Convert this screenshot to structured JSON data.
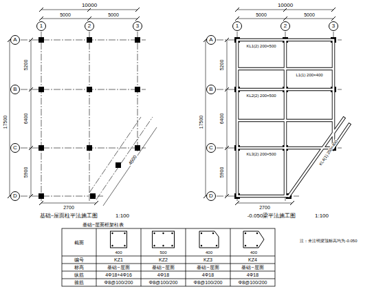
{
  "diagram": {
    "nodes": [
      {
        "text": [
          "1"
        ]
      },
      {
        "text": [
          "2"
        ]
      },
      {
        "text": [
          "3"
        ]
      },
      {
        "text": [
          "A"
        ]
      },
      {
        "text": [
          "B"
        ]
      },
      {
        "text": [
          "C"
        ]
      },
      {
        "text": [
          "D"
        ]
      },
      {
        "text": [
          "1"
        ]
      },
      {
        "text": [
          "2"
        ]
      },
      {
        "text": [
          "3"
        ]
      },
      {
        "text": [
          "A"
        ]
      },
      {
        "text": [
          "B"
        ]
      },
      {
        "text": [
          "C"
        ]
      },
      {
        "text": [
          "D"
        ]
      }
    ],
    "labels": [
      "10000",
      "5000",
      "5000",
      "5200",
      "6400",
      "5900",
      "17500",
      "4500",
      "2700",
      "基础~屋面柱平法施工图",
      "1:100",
      "10000",
      "5000",
      "5000",
      "5200",
      "6400",
      "5900",
      "17500",
      "KL1(2) 200×500",
      "KL2(2) 200×500",
      "KL3(2) 200×500",
      "L1(1) 200×400",
      "KL4(1) 200×400",
      "2700",
      "-0.050梁平法施工图",
      "1:100",
      "注：未注明梁顶标高均为-0.050",
      "基础~屋面框架柱表",
      "截面",
      "编号",
      "标高",
      "纵筋",
      "箍筋",
      "400",
      "500",
      "400",
      "400",
      "KZ1",
      "KZ2",
      "KZ3",
      "KZ4",
      "基础~屋面",
      "基础~屋面",
      "基础~屋面",
      "基础~屋面",
      "4Φ18+4Φ16",
      "4Φ18",
      "4Φ18",
      "4Φ18",
      "Φ8@100/200",
      "Φ8@100/200",
      "Φ8@100/200",
      "Φ8@100/200"
    ]
  }
}
